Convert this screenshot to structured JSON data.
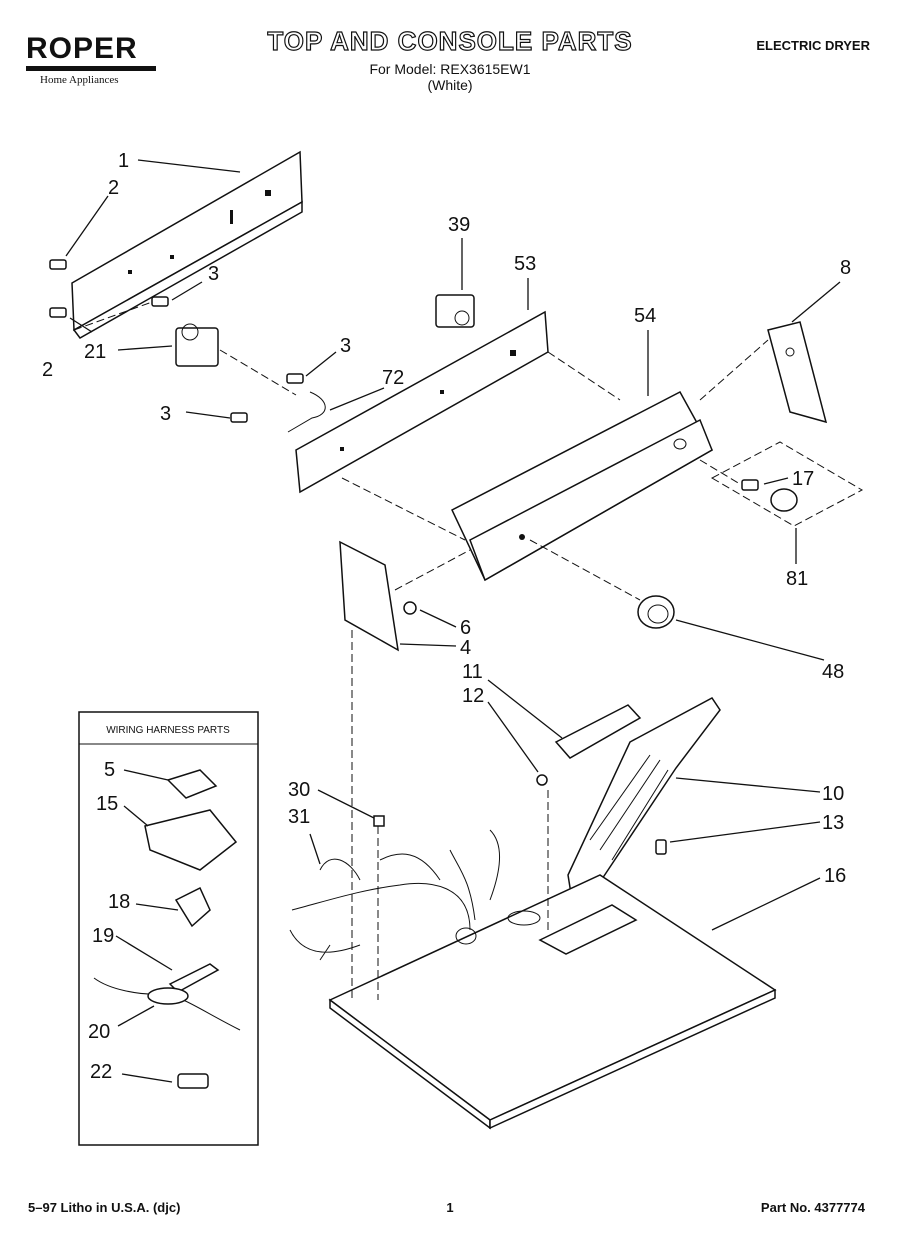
{
  "header": {
    "logo_text": "ROPER",
    "logo_sub": "Home Appliances",
    "title": "TOP AND CONSOLE PARTS",
    "model_line": "For Model: REX3615EW1",
    "color_line": "(White)",
    "doc_type": "ELECTRIC DRYER"
  },
  "inset": {
    "title": "WIRING HARNESS PARTS"
  },
  "callouts": {
    "c1": "1",
    "c2a": "2",
    "c2b": "2",
    "c3a": "3",
    "c3b": "3",
    "c3c": "3",
    "c4": "4",
    "c5": "5",
    "c6": "6",
    "c8": "8",
    "c10": "10",
    "c11": "11",
    "c12": "12",
    "c13": "13",
    "c15": "15",
    "c16": "16",
    "c17": "17",
    "c18": "18",
    "c19": "19",
    "c20": "20",
    "c21": "21",
    "c22": "22",
    "c30": "30",
    "c31": "31",
    "c39": "39",
    "c48": "48",
    "c53": "53",
    "c54": "54",
    "c72": "72",
    "c81": "81"
  },
  "footer": {
    "left": "5–97 Litho in U.S.A. (djc)",
    "page": "1",
    "part_no": "Part No. 4377774"
  }
}
